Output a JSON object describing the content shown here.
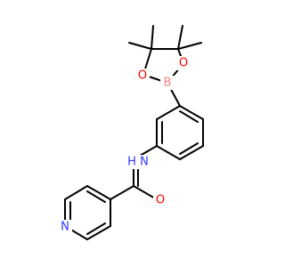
{
  "molecule": {
    "atoms": {
      "N_pyridine": "N",
      "O_carbonyl": "O",
      "N_amide": "N",
      "H_amide": "H",
      "B": "B",
      "O_ring_left": "O",
      "O_ring_right": "O"
    }
  },
  "colors": {
    "bond": "#000000",
    "nitrogen": "#3333ff",
    "oxygen": "#ff0000",
    "boron": "#ff8080",
    "background": "#ffffff"
  }
}
